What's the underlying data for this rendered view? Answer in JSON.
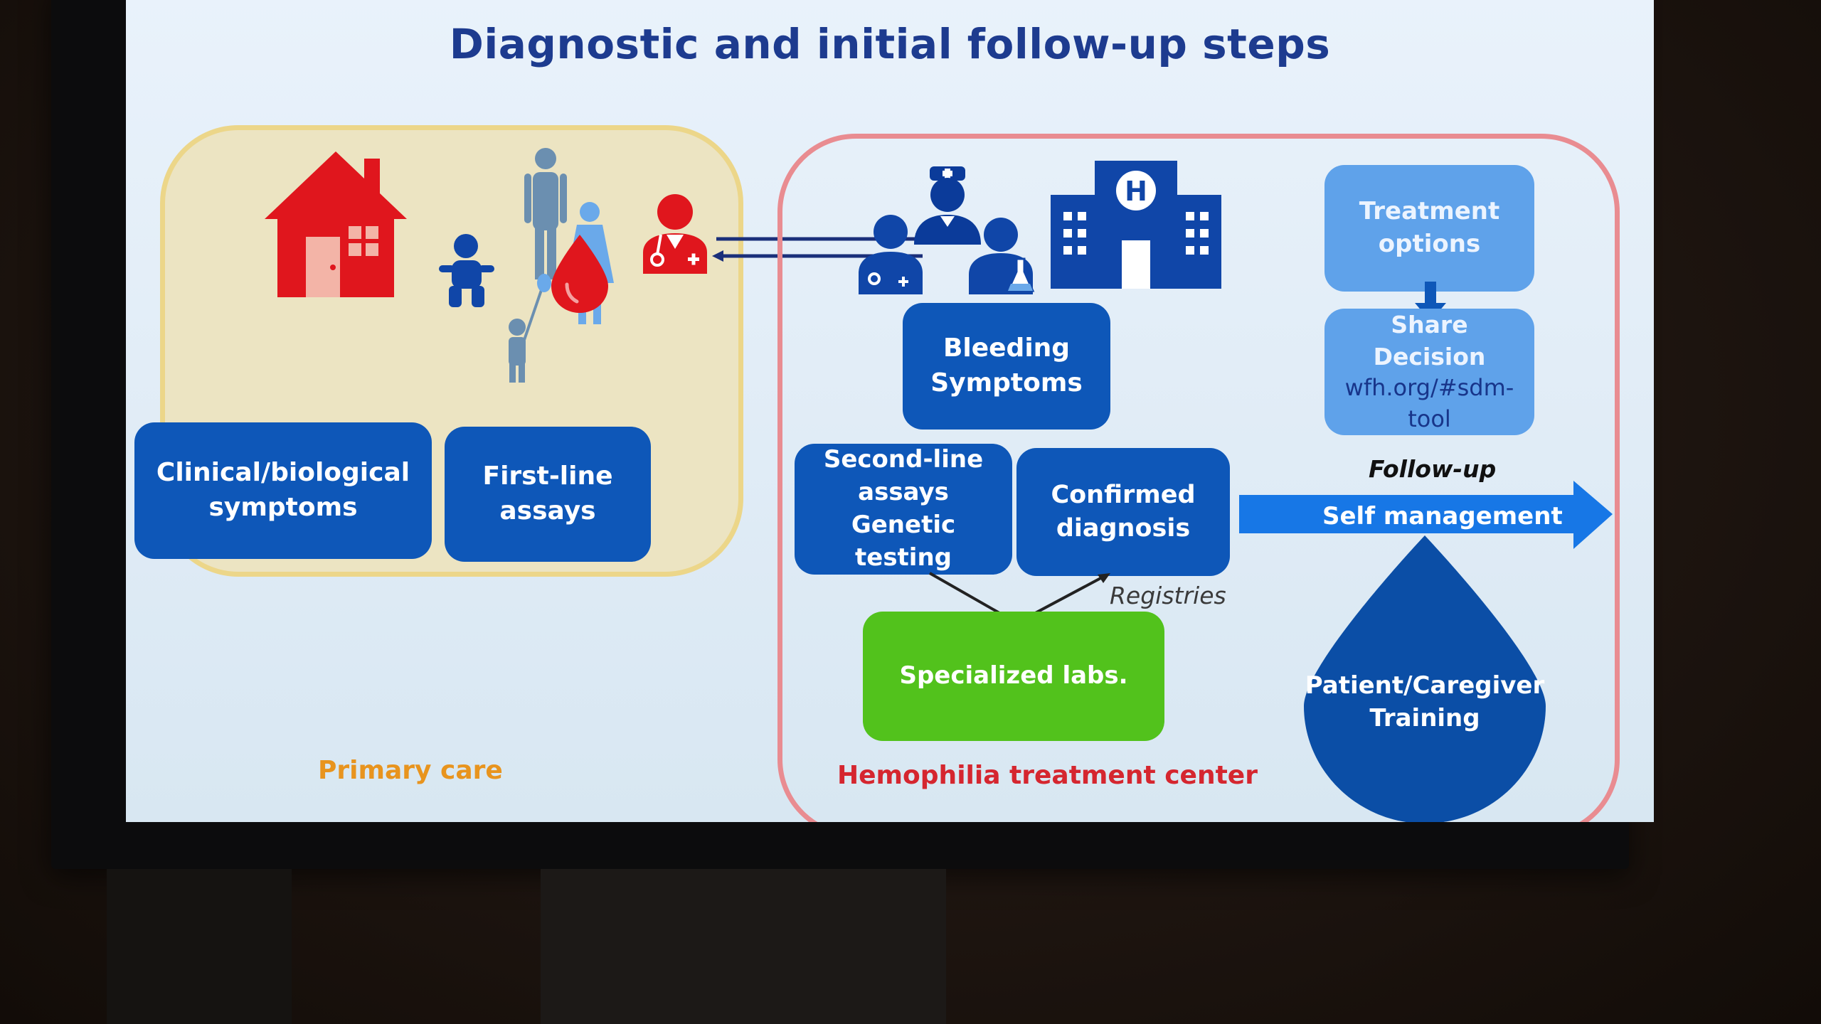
{
  "slide": {
    "title": "Diagnostic and initial follow-up steps",
    "regions": {
      "primary_label": "Primary care",
      "htc_label": "Hemophilia treatment center"
    },
    "boxes": {
      "clinical": "Clinical/biological\nsymptoms",
      "first_line": "First-line\nassays",
      "bleeding": "Bleeding\nSymptoms",
      "second_line": "Second-line\nassays\nGenetic testing",
      "confirmed": "Confirmed\ndiagnosis",
      "labs": "Specialized labs.",
      "treatment": "Treatment\noptions",
      "share_decision": "Share Decision",
      "sdm_url": "wfh.org/#sdm-tool",
      "training": "Patient/Caregiver\nTraining"
    },
    "annotations": {
      "registries": "Registries",
      "follow_up": "Follow-up",
      "self_management": "Self management"
    },
    "icons": [
      "house-icon",
      "family-icon",
      "blood-drop-icon",
      "doctor-icon",
      "medical-team-icon",
      "hospital-icon"
    ],
    "colors": {
      "title": "#1d3b8f",
      "primary_care_label": "#e8941e",
      "htc_label": "#d5262f",
      "box_blue": "#0e57b8",
      "box_light": "#5fa2ea",
      "box_green": "#52c21c",
      "accent_red": "#e0161d"
    }
  }
}
